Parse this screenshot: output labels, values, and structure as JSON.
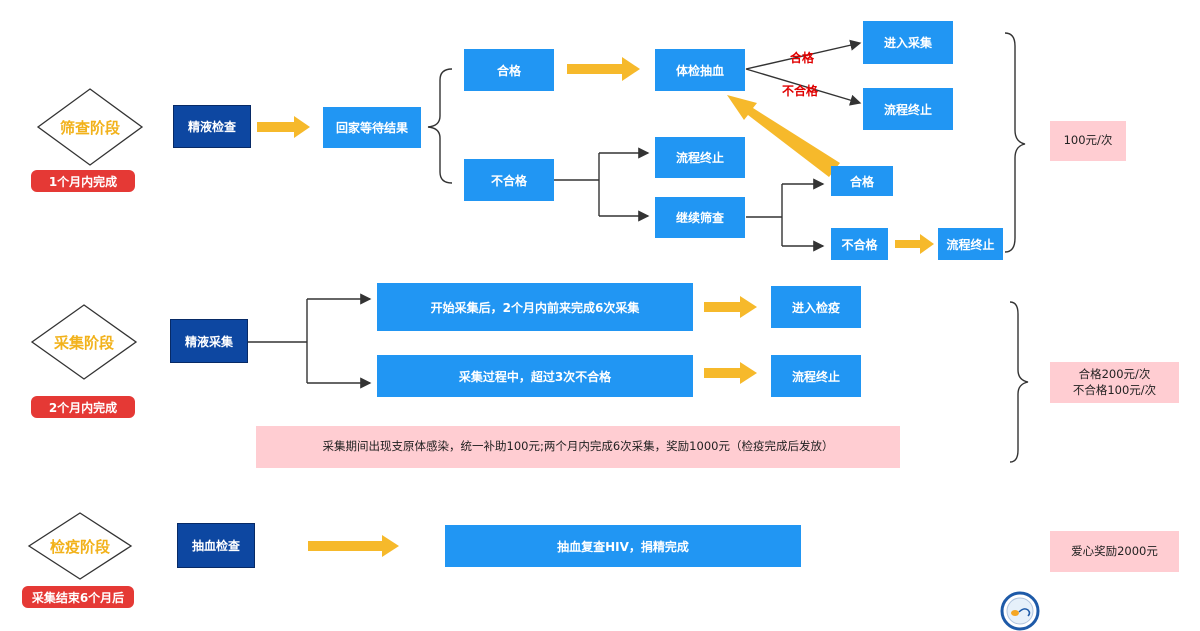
{
  "stages": {
    "screening": {
      "label": "筛查阶段",
      "duration": "1个月内完成"
    },
    "collection": {
      "label": "采集阶段",
      "duration": "2个月内完成"
    },
    "quarantine": {
      "label": "检疫阶段",
      "duration": "采集结束6个月后"
    }
  },
  "screening": {
    "semen_check": "精液检查",
    "wait_result": "回家等待结果",
    "pass": "合格",
    "fail": "不合格",
    "physical_blood": "体检抽血",
    "pass_label": "合格",
    "fail_label": "不合格",
    "enter_collection": "进入采集",
    "terminate_a": "流程终止",
    "terminate_b": "流程终止",
    "continue_screening": "继续筛查",
    "pass2": "合格",
    "fail2": "不合格",
    "terminate_c": "流程终止",
    "reward": "100元/次"
  },
  "collection": {
    "semen_collection": "精液采集",
    "start_info": "开始采集后，2个月内前来完成6次采集",
    "enter_quarantine": "进入检疫",
    "fail_info": "采集过程中，超过3次不合格",
    "terminate": "流程终止",
    "note": "采集期间出现支原体感染，统一补助100元;两个月内完成6次采集，奖励1000元（检疫完成后发放）",
    "reward_line1": "合格200元/次",
    "reward_line2": "不合格100元/次"
  },
  "quarantine": {
    "blood_check": "抽血检查",
    "hiv_recheck": "抽血复查HIV，捐精完成",
    "reward": "爱心奖励2000元"
  },
  "colors": {
    "blue": "#2196f3",
    "navy": "#0d47a1",
    "arrow_yellow": "#f6b92b",
    "pink": "#ffcdd2",
    "red": "#e53935"
  },
  "icons": {
    "logo": "sperm-bank-logo"
  }
}
